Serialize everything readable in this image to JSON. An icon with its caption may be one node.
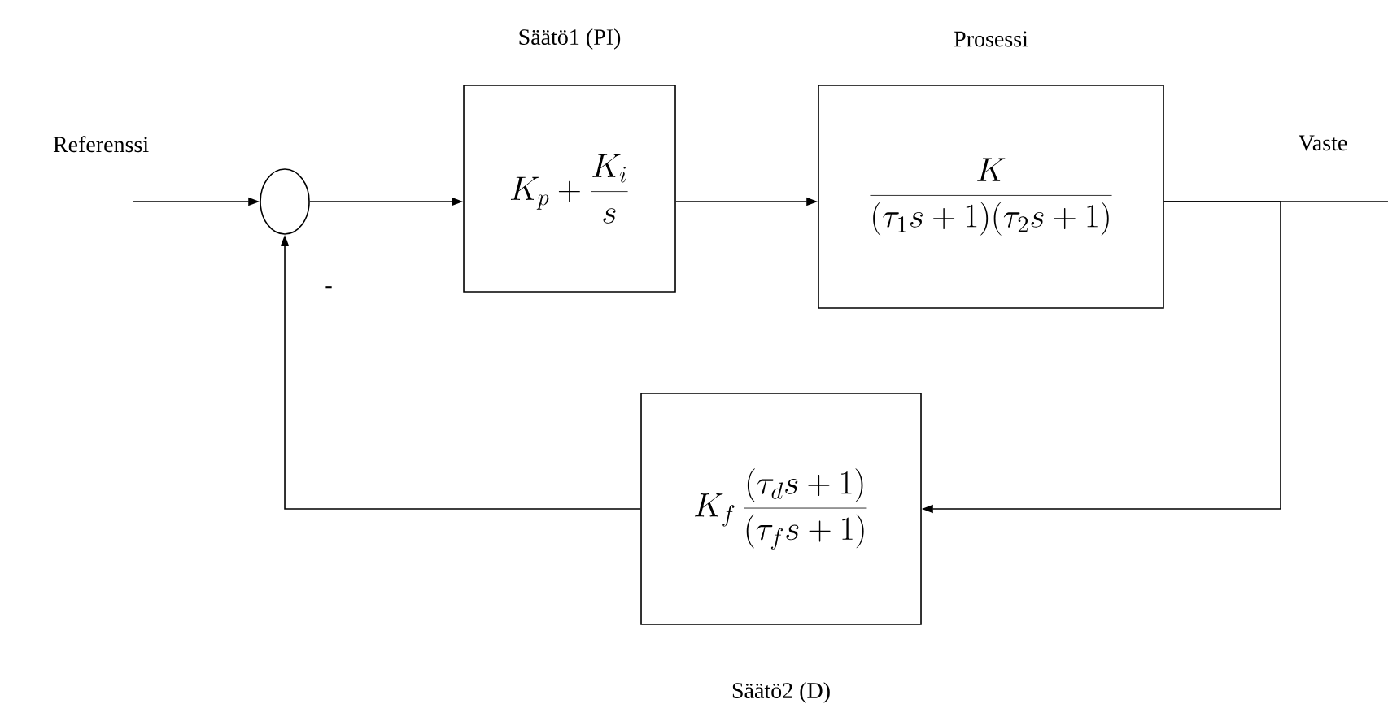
{
  "diagram": {
    "nodes": [
      {
        "text": [
          "Referenssi"
        ]
      },
      {
        "text": [],
        "shape": "circle"
      },
      {
        "text": [
          "K_p + \\frac{K_i}{s}"
        ],
        "beside": [
          "Säätö1 (PI)"
        ]
      },
      {
        "text": [
          "\\frac{K}{(\\tau_1 s + 1)(\\tau_2 s + 1)}"
        ],
        "beside": [
          "Prosessi"
        ]
      },
      {
        "text": [
          "K_f \\, \\frac{(\\tau_d s + 1)}{(\\tau_f s + 1)}"
        ],
        "beside": [
          "Säätö2 (D)"
        ]
      }
    ],
    "edges": [
      {
        "from": 0,
        "to": 1,
        "arrow": "to"
      },
      {
        "from": 1,
        "to": 2,
        "arrow": "to"
      },
      {
        "from": 2,
        "to": 3,
        "arrow": "to"
      },
      {
        "from": 3,
        "to": null,
        "arrow": "none"
      },
      {
        "from": 3,
        "to": 4,
        "arrow": "to"
      },
      {
        "from": 4,
        "to": 1,
        "arrow": "to"
      }
    ],
    "labels": [
      "Vaste",
      "-"
    ]
  }
}
